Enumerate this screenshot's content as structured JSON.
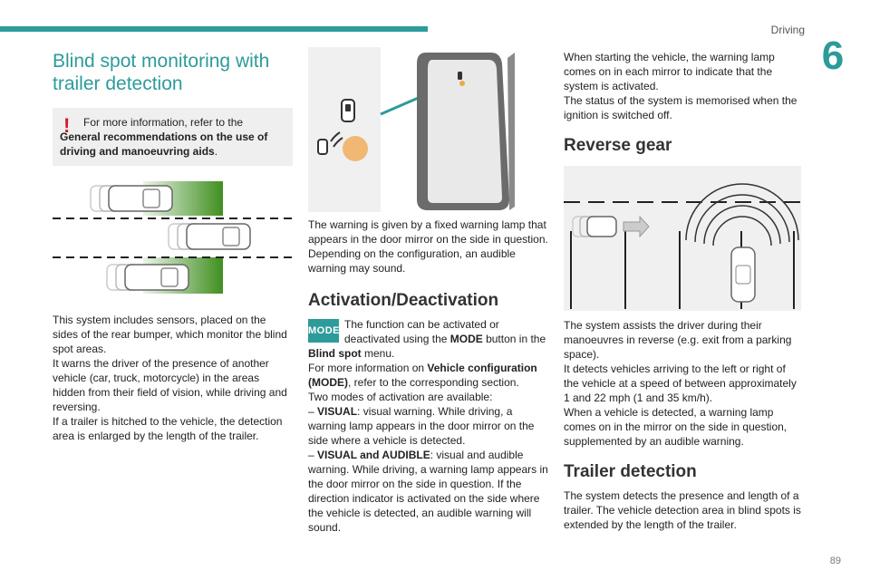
{
  "header": {
    "section": "Driving",
    "chapter": "6",
    "page": "89"
  },
  "col1": {
    "title": "Blind spot monitoring with trailer detection",
    "note": {
      "line1": "For more information, refer to the",
      "bold": "General recommendations on the use of driving and manoeuvring aids",
      "end": "."
    },
    "para1": "This system includes sensors, placed on the sides of the rear bumper, which monitor the blind spot areas.",
    "para2": "It warns the driver of the presence of another vehicle (car, truck, motorcycle) in the areas hidden from their field of vision, while driving and reversing.",
    "para3": "If a trailer is hitched to the vehicle, the detection area is enlarged by the length of the trailer."
  },
  "col2": {
    "warning_text": "The warning is given by a fixed warning lamp that appears in the door mirror on the side in question. Depending on the configuration, an audible warning may sound.",
    "heading": "Activation/Deactivation",
    "mode_badge": "MODE",
    "act": {
      "t1": "The function can be activated or deactivated using the ",
      "b1": "MODE",
      "t2": " button in the ",
      "b2": "Blind spot",
      "t3": " menu."
    },
    "info": {
      "t1": "For more information on ",
      "b1": "Vehicle configuration (MODE)",
      "t2": ", refer to the corresponding section."
    },
    "modes_intro": "Two modes of activation are available:",
    "mode1": {
      "dash": "– ",
      "b": "VISUAL",
      "t": ": visual warning. While driving, a warning lamp appears in the door mirror on the side where a vehicle is detected."
    },
    "mode2": {
      "dash": "– ",
      "b": "VISUAL and AUDIBLE",
      "t": ": visual and audible warning. While driving, a warning lamp appears in the door mirror on the side in question. If the direction indicator is activated on the side where the vehicle is detected, an audible warning will sound."
    }
  },
  "col3": {
    "para1": "When starting the vehicle, the warning lamp comes on in each mirror to indicate that the system is activated.",
    "para2": "The status of the system is memorised when the ignition is switched off.",
    "heading_reverse": "Reverse gear",
    "rev1": "The system assists the driver during their manoeuvres in reverse (e.g. exit from a parking space).",
    "rev2": "It detects vehicles arriving to the left or right of the vehicle at a speed of between approximately 1 and 22 mph (1 and 35 km/h).",
    "rev3": "When a vehicle is detected, a warning lamp comes on in the mirror on the side in question, supplemented by an audible warning.",
    "heading_trailer": "Trailer detection",
    "trailer1": "The system detects the presence and length of a trailer. The vehicle detection area in blind spots is extended by the length of the trailer."
  },
  "colors": {
    "accent": "#2e9b9b",
    "warning": "#d11a2a",
    "detect_zone": "#3f8f1f",
    "lamp": "#f0a64a"
  }
}
